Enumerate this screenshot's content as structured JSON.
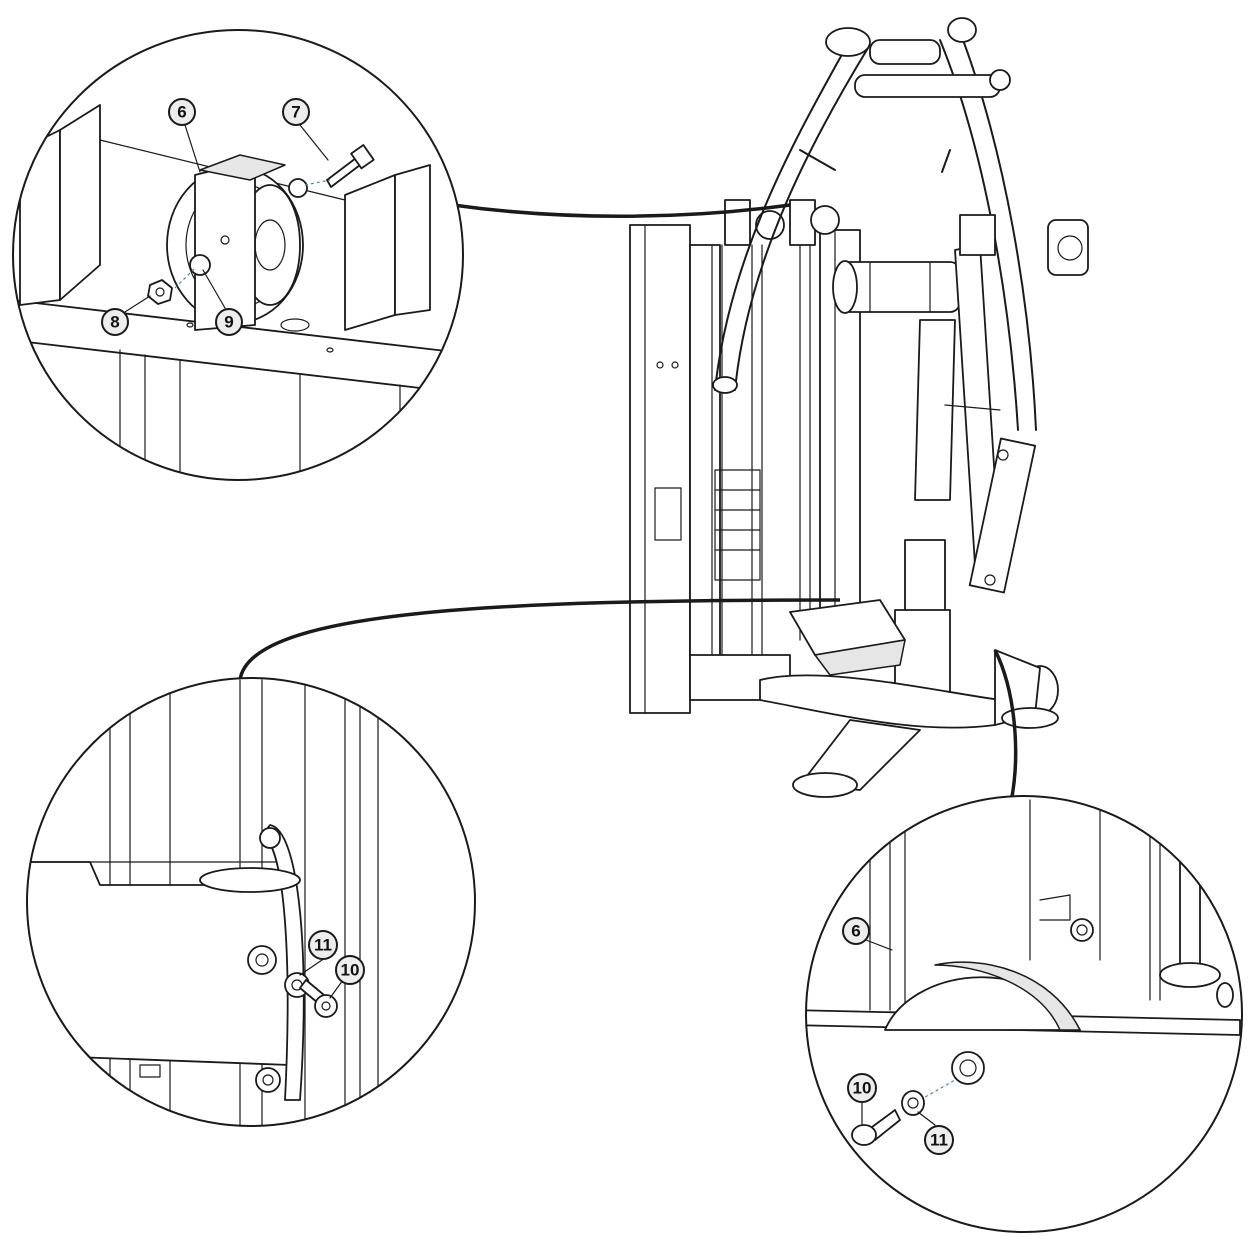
{
  "callouts": {
    "top_left": {
      "c6": "6",
      "c7": "7",
      "c8": "8",
      "c9": "9"
    },
    "bottom_left": {
      "c11": "11",
      "c10": "10"
    },
    "bottom_right": {
      "c6": "6",
      "c10": "10",
      "c11": "11"
    }
  },
  "icons": {
    "machine": "exercise-machine-illustration",
    "detail_views": "magnified-detail-circle"
  },
  "colors": {
    "line": "#1a1a1a",
    "background": "#ffffff",
    "callout_fill": "#ededed",
    "guide_dash": "#3c8fb0"
  }
}
